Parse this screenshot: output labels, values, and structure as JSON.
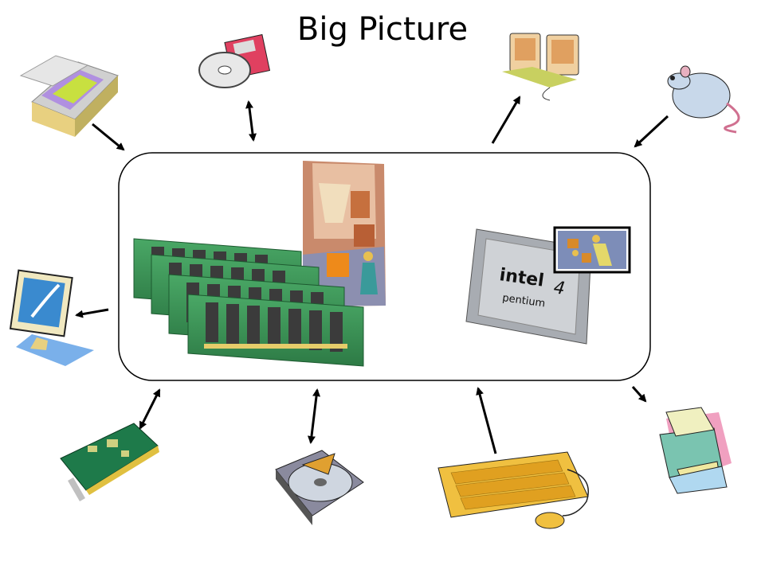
{
  "title": "Big Picture",
  "center": {
    "label": "computer",
    "components": [
      "memory-modules",
      "warehouse-illustration",
      "cpu-chip",
      "workers-illustration"
    ],
    "cpu_text": "intel",
    "cpu_subtext": "pentium",
    "cpu_number": "4"
  },
  "peripherals": [
    {
      "name": "scanner",
      "direction": "input"
    },
    {
      "name": "floppy-and-cd",
      "direction": "bidirectional"
    },
    {
      "name": "speakers",
      "direction": "output"
    },
    {
      "name": "mouse",
      "direction": "input"
    },
    {
      "name": "monitor",
      "direction": "output"
    },
    {
      "name": "network-card",
      "direction": "bidirectional"
    },
    {
      "name": "hard-drive",
      "direction": "bidirectional"
    },
    {
      "name": "keyboard",
      "direction": "input"
    },
    {
      "name": "printer",
      "direction": "output"
    }
  ]
}
